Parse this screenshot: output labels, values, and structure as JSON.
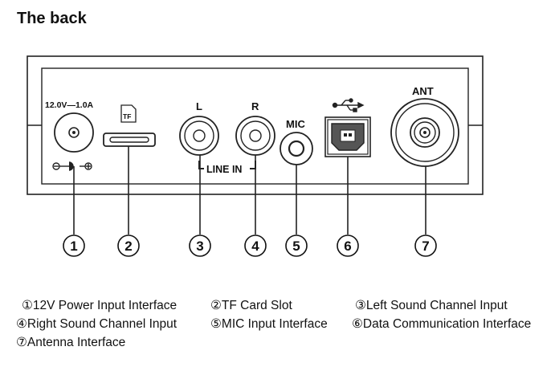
{
  "title": "The back",
  "panel": {
    "power_rating": "12.0V—1.0A",
    "tf_label": "TF",
    "left_label": "L",
    "right_label": "R",
    "line_in_label": "LINE IN",
    "mic_label": "MIC",
    "ant_label": "ANT",
    "usb_symbol": "usb-icon",
    "polarity_symbol": "polarity-icon"
  },
  "callouts": [
    "1",
    "2",
    "3",
    "4",
    "5",
    "6",
    "7"
  ],
  "legend": [
    {
      "marker": "①",
      "text": "12V Power Input Interface"
    },
    {
      "marker": "②",
      "text": "TF Card Slot"
    },
    {
      "marker": "③",
      "text": "Left Sound Channel Input"
    },
    {
      "marker": "④",
      "text": "Right Sound Channel Input"
    },
    {
      "marker": "⑤",
      "text": "MIC Input Interface"
    },
    {
      "marker": "⑥",
      "text": "Data Communication Interface"
    },
    {
      "marker": "⑦",
      "text": "Antenna Interface"
    }
  ]
}
